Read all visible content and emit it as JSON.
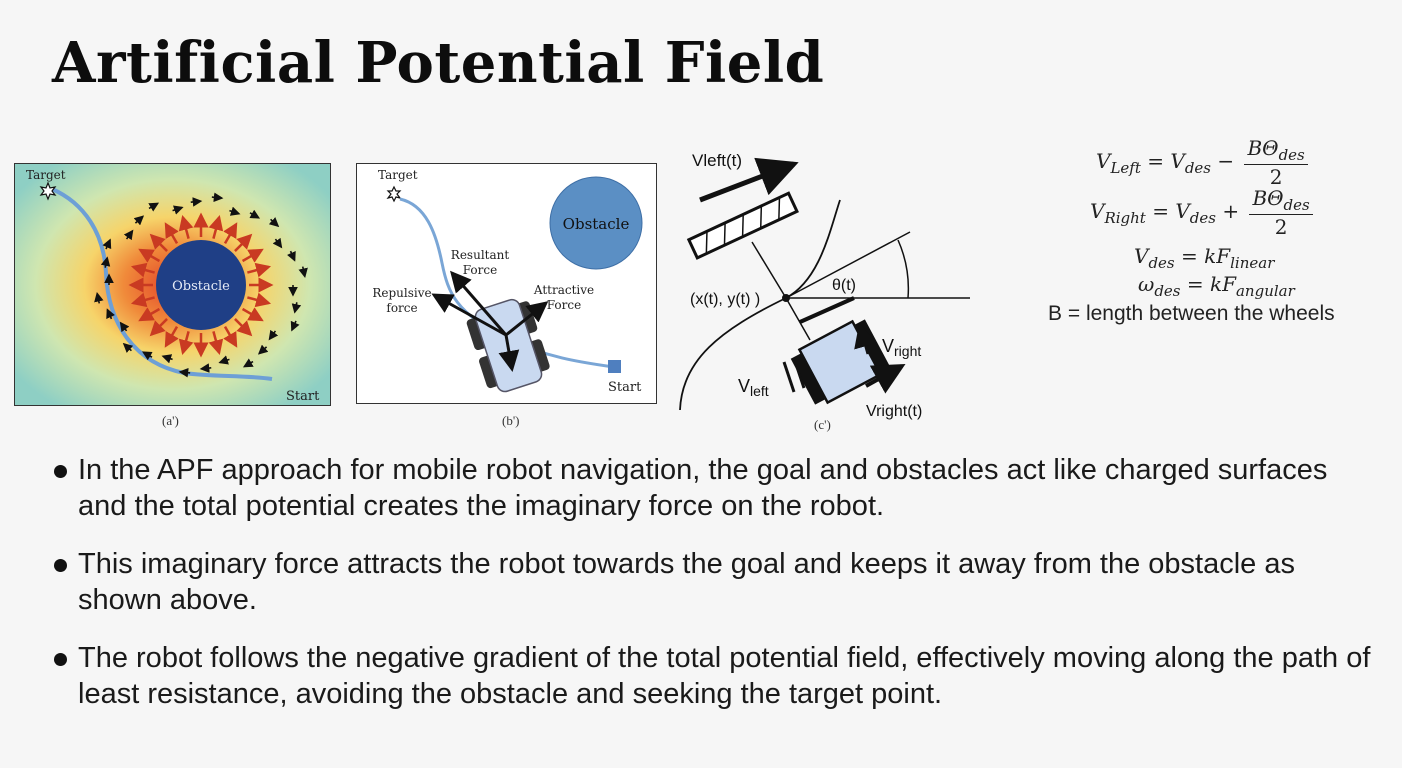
{
  "slide": {
    "title": "Artificial Potential Field"
  },
  "figure_a": {
    "target_label": "Target",
    "obstacle_label": "Obstacle",
    "start_label": "Start",
    "caption": "(a')"
  },
  "figure_b": {
    "target_label": "Target",
    "obstacle_label": "Obstacle",
    "resultant_label_1": "Resultant",
    "resultant_label_2": "Force",
    "repulsive_label_1": "Repulsive",
    "repulsive_label_2": "force",
    "attractive_label_1": "Attractive",
    "attractive_label_2": "Force",
    "start_label": "Start",
    "caption": "(b')"
  },
  "figure_c": {
    "vleft_t_label": "Vleft(t)",
    "position_label": "(x(t),  y(t) )",
    "theta_label": "θ(t)",
    "vright_label": "V",
    "vright_sub": "right",
    "vleft_label": "V",
    "vleft_sub": "left",
    "vright_t_label": "Vright(t)",
    "caption": "(c')"
  },
  "equations": {
    "eq1": {
      "lhs": "V",
      "lhs_sub": "Left",
      "rhs": "V",
      "rhs_sub": "des",
      "op": "−",
      "num": "BΘ",
      "num_sub": "des",
      "den": "2"
    },
    "eq2": {
      "lhs": "V",
      "lhs_sub": "Right",
      "rhs": "V",
      "rhs_sub": "des",
      "op": "+",
      "num": "BΘ",
      "num_sub": "des",
      "den": "2"
    },
    "eq3": {
      "lhs": "V",
      "lhs_sub": "des",
      "rhs": "kF",
      "rhs_sub": "linear"
    },
    "eq4": {
      "lhs": "ω",
      "lhs_sub": "des",
      "rhs": "kF",
      "rhs_sub": "angular"
    },
    "b_definition": "B = length between the wheels"
  },
  "bullets": [
    "In the APF approach for mobile robot navigation, the goal and obstacles act like charged surfaces and the total potential creates the imaginary force on the robot.",
    "This imaginary force attracts the robot towards the goal and keeps it away from the obstacle as shown above.",
    "The robot follows the negative gradient of the total potential field, effectively moving along the path of least resistance, avoiding the obstacle and seeking the target point."
  ],
  "colors": {
    "obstacle_fill": "#1f3f86",
    "obstacle_b_fill": "#5b8fc4",
    "path": "#7aa6d6",
    "repulsive_arrows": "#d0442a",
    "robot_body": "#c9d9f0"
  }
}
